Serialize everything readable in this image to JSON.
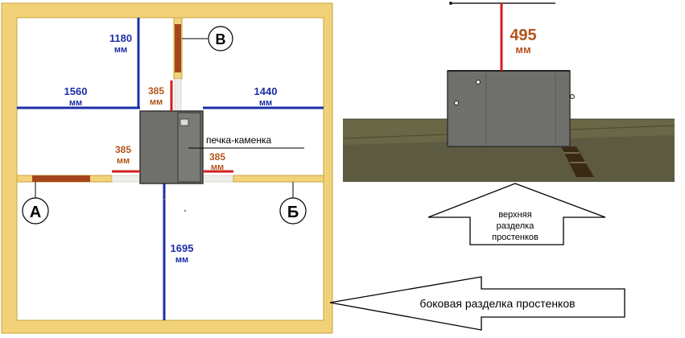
{
  "colors": {
    "wood": "#f2d279",
    "wood_edge": "#c9a33c",
    "blue": "#1d2fa6",
    "red": "#d01f1f",
    "brown_text": "#b4541c",
    "stove": "#6f6f6b",
    "floor": "#5c5a40",
    "door": "#a4451e"
  },
  "plan": {
    "dim_top": {
      "value": "1180",
      "unit": "мм"
    },
    "dim_left": {
      "value": "1560",
      "unit": "мм"
    },
    "dim_right": {
      "value": "1440",
      "unit": "мм"
    },
    "dim_bottom": {
      "value": "1695",
      "unit": "мм"
    },
    "gap_top": {
      "value": "385",
      "unit": "мм"
    },
    "gap_left": {
      "value": "385",
      "unit": "мм"
    },
    "gap_right": {
      "value": "385",
      "unit": "мм"
    },
    "stove_label": "печка-каменка",
    "marker_a": "А",
    "marker_b": "Б",
    "marker_v": "В"
  },
  "side_view": {
    "dim_top": {
      "value": "495",
      "unit": "мм"
    }
  },
  "arrows": {
    "top_label_lines": [
      "верхняя",
      "разделка",
      "простенков"
    ],
    "side_label": "боковая разделка простенков"
  }
}
